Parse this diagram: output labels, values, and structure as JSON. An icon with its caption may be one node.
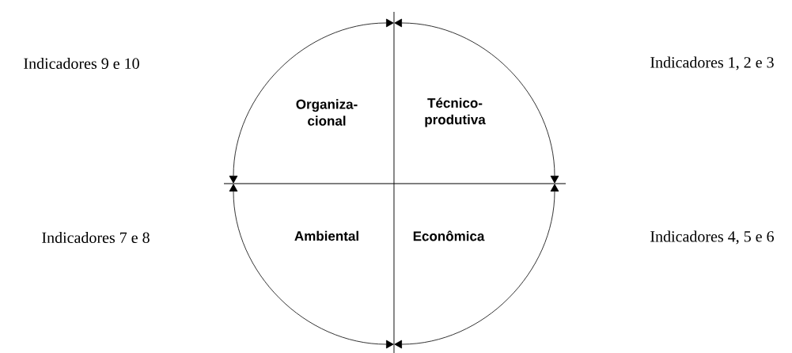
{
  "diagram": {
    "labels": [
      "Indicadores 9 e 10",
      "Indicadores 1, 2 e 3",
      "Organiza- cional",
      "Técnico-produtiva",
      "Indicadores 7 e 8",
      "Ambiental",
      "Econômica",
      "Indicadores 4, 5 e 6"
    ]
  }
}
